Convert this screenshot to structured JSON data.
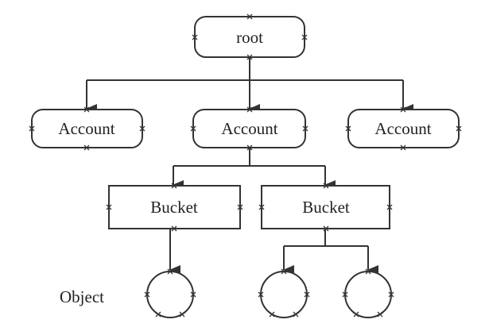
{
  "diagram": {
    "nodes": {
      "root": {
        "label": "root",
        "shape": "rounded"
      },
      "account_left": {
        "label": "Account",
        "shape": "rounded"
      },
      "account_mid": {
        "label": "Account",
        "shape": "rounded"
      },
      "account_right": {
        "label": "Account",
        "shape": "rounded"
      },
      "bucket_left": {
        "label": "Bucket",
        "shape": "rect"
      },
      "bucket_right": {
        "label": "Bucket",
        "shape": "rect"
      },
      "object_1": {
        "label": "",
        "shape": "circle"
      },
      "object_2": {
        "label": "",
        "shape": "circle"
      },
      "object_3": {
        "label": "",
        "shape": "circle"
      }
    },
    "edges": [
      {
        "from": "root",
        "to": "account_left"
      },
      {
        "from": "root",
        "to": "account_mid"
      },
      {
        "from": "root",
        "to": "account_right"
      },
      {
        "from": "account_mid",
        "to": "bucket_left"
      },
      {
        "from": "account_mid",
        "to": "bucket_right"
      },
      {
        "from": "bucket_left",
        "to": "object_1"
      },
      {
        "from": "bucket_right",
        "to": "object_2"
      },
      {
        "from": "bucket_right",
        "to": "object_3"
      }
    ],
    "object_row_label": "Object",
    "colors": {
      "stroke": "#333333",
      "text": "#222222",
      "background": "#ffffff"
    }
  }
}
